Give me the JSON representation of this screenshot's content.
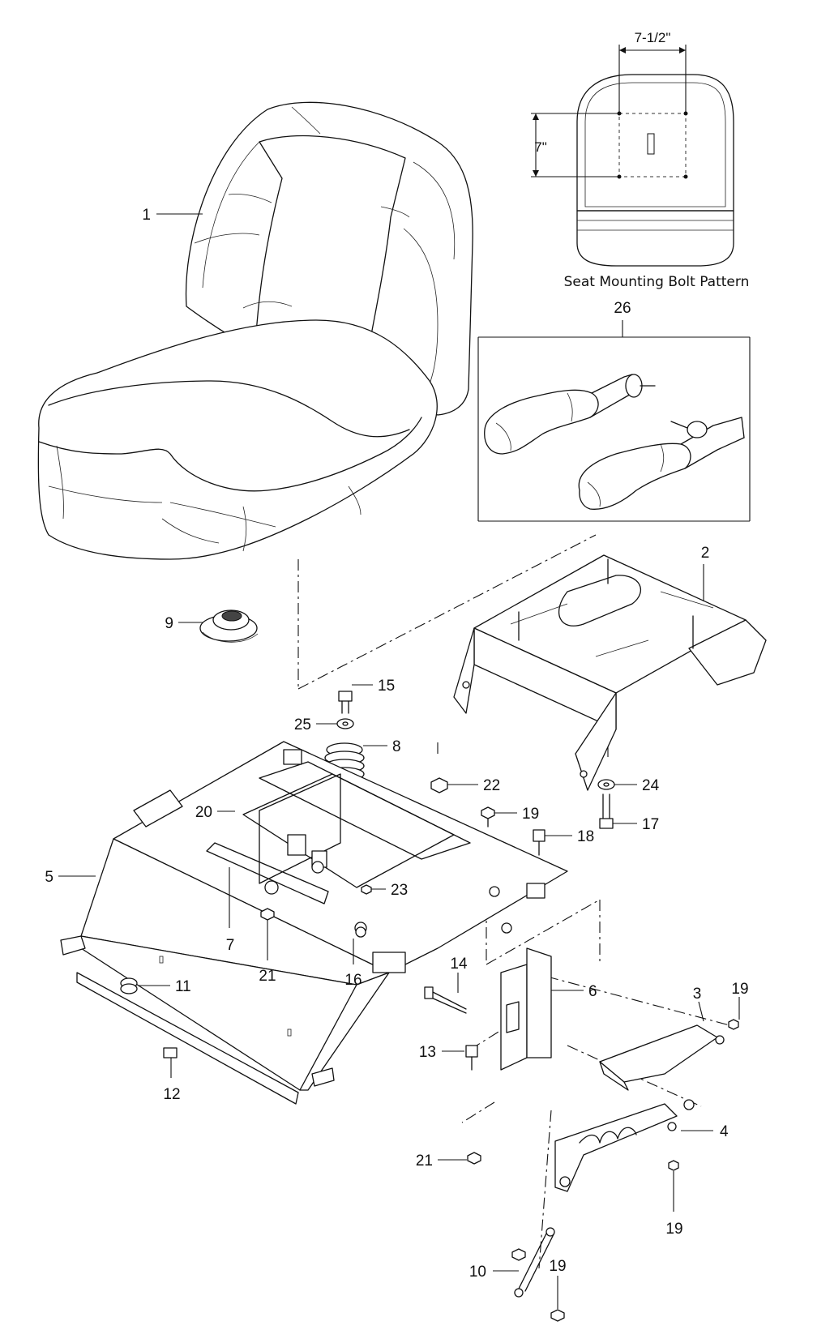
{
  "callouts": [
    {
      "id": "1",
      "text": "1"
    },
    {
      "id": "2",
      "text": "2"
    },
    {
      "id": "3",
      "text": "3"
    },
    {
      "id": "4",
      "text": "4"
    },
    {
      "id": "5",
      "text": "5"
    },
    {
      "id": "6",
      "text": "6"
    },
    {
      "id": "7",
      "text": "7"
    },
    {
      "id": "8",
      "text": "8"
    },
    {
      "id": "9",
      "text": "9"
    },
    {
      "id": "10",
      "text": "10"
    },
    {
      "id": "11",
      "text": "11"
    },
    {
      "id": "12",
      "text": "12"
    },
    {
      "id": "13",
      "text": "13"
    },
    {
      "id": "14",
      "text": "14"
    },
    {
      "id": "15",
      "text": "15"
    },
    {
      "id": "16",
      "text": "16"
    },
    {
      "id": "17",
      "text": "17"
    },
    {
      "id": "18",
      "text": "18"
    },
    {
      "id": "19a",
      "text": "19"
    },
    {
      "id": "19b",
      "text": "19"
    },
    {
      "id": "19c",
      "text": "19"
    },
    {
      "id": "19d",
      "text": "19"
    },
    {
      "id": "20",
      "text": "20"
    },
    {
      "id": "21a",
      "text": "21"
    },
    {
      "id": "21b",
      "text": "21"
    },
    {
      "id": "22",
      "text": "22"
    },
    {
      "id": "23",
      "text": "23"
    },
    {
      "id": "24",
      "text": "24"
    },
    {
      "id": "25",
      "text": "25"
    },
    {
      "id": "26",
      "text": "26"
    }
  ],
  "bolt_pattern": {
    "caption": "Seat Mounting Bolt Pattern",
    "width_dim": "7-1/2\"",
    "height_dim": "7\""
  }
}
